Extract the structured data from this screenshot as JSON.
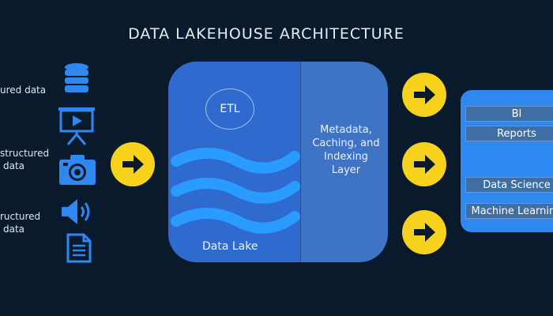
{
  "title": "DATA LAKEHOUSE ARCHITECTURE",
  "sources": [
    {
      "label_lines": [
        "ured data"
      ],
      "icons": [
        "database-icon"
      ]
    },
    {
      "label_lines": [
        "structured",
        "data"
      ],
      "icons": [
        "presentation-screen-icon",
        "camera-icon"
      ]
    },
    {
      "label_lines": [
        "ructured",
        "data"
      ],
      "icons": [
        "speaker-icon",
        "document-icon"
      ]
    }
  ],
  "lake": {
    "etl_label": "ETL",
    "data_lake_label": "Data Lake",
    "meta_label": "Metadata, Caching, and Indexing Layer"
  },
  "outputs": [
    "BI",
    "Reports",
    "Data Science",
    "Machine Learning"
  ],
  "colors": {
    "background": "#081a2c",
    "arrow": "#f7d21c",
    "icon_blue": "#2f87f0",
    "lake_blue": "#2f6bcf",
    "meta_blue": "#3e73c6",
    "wave_blue": "#2a9bff"
  }
}
